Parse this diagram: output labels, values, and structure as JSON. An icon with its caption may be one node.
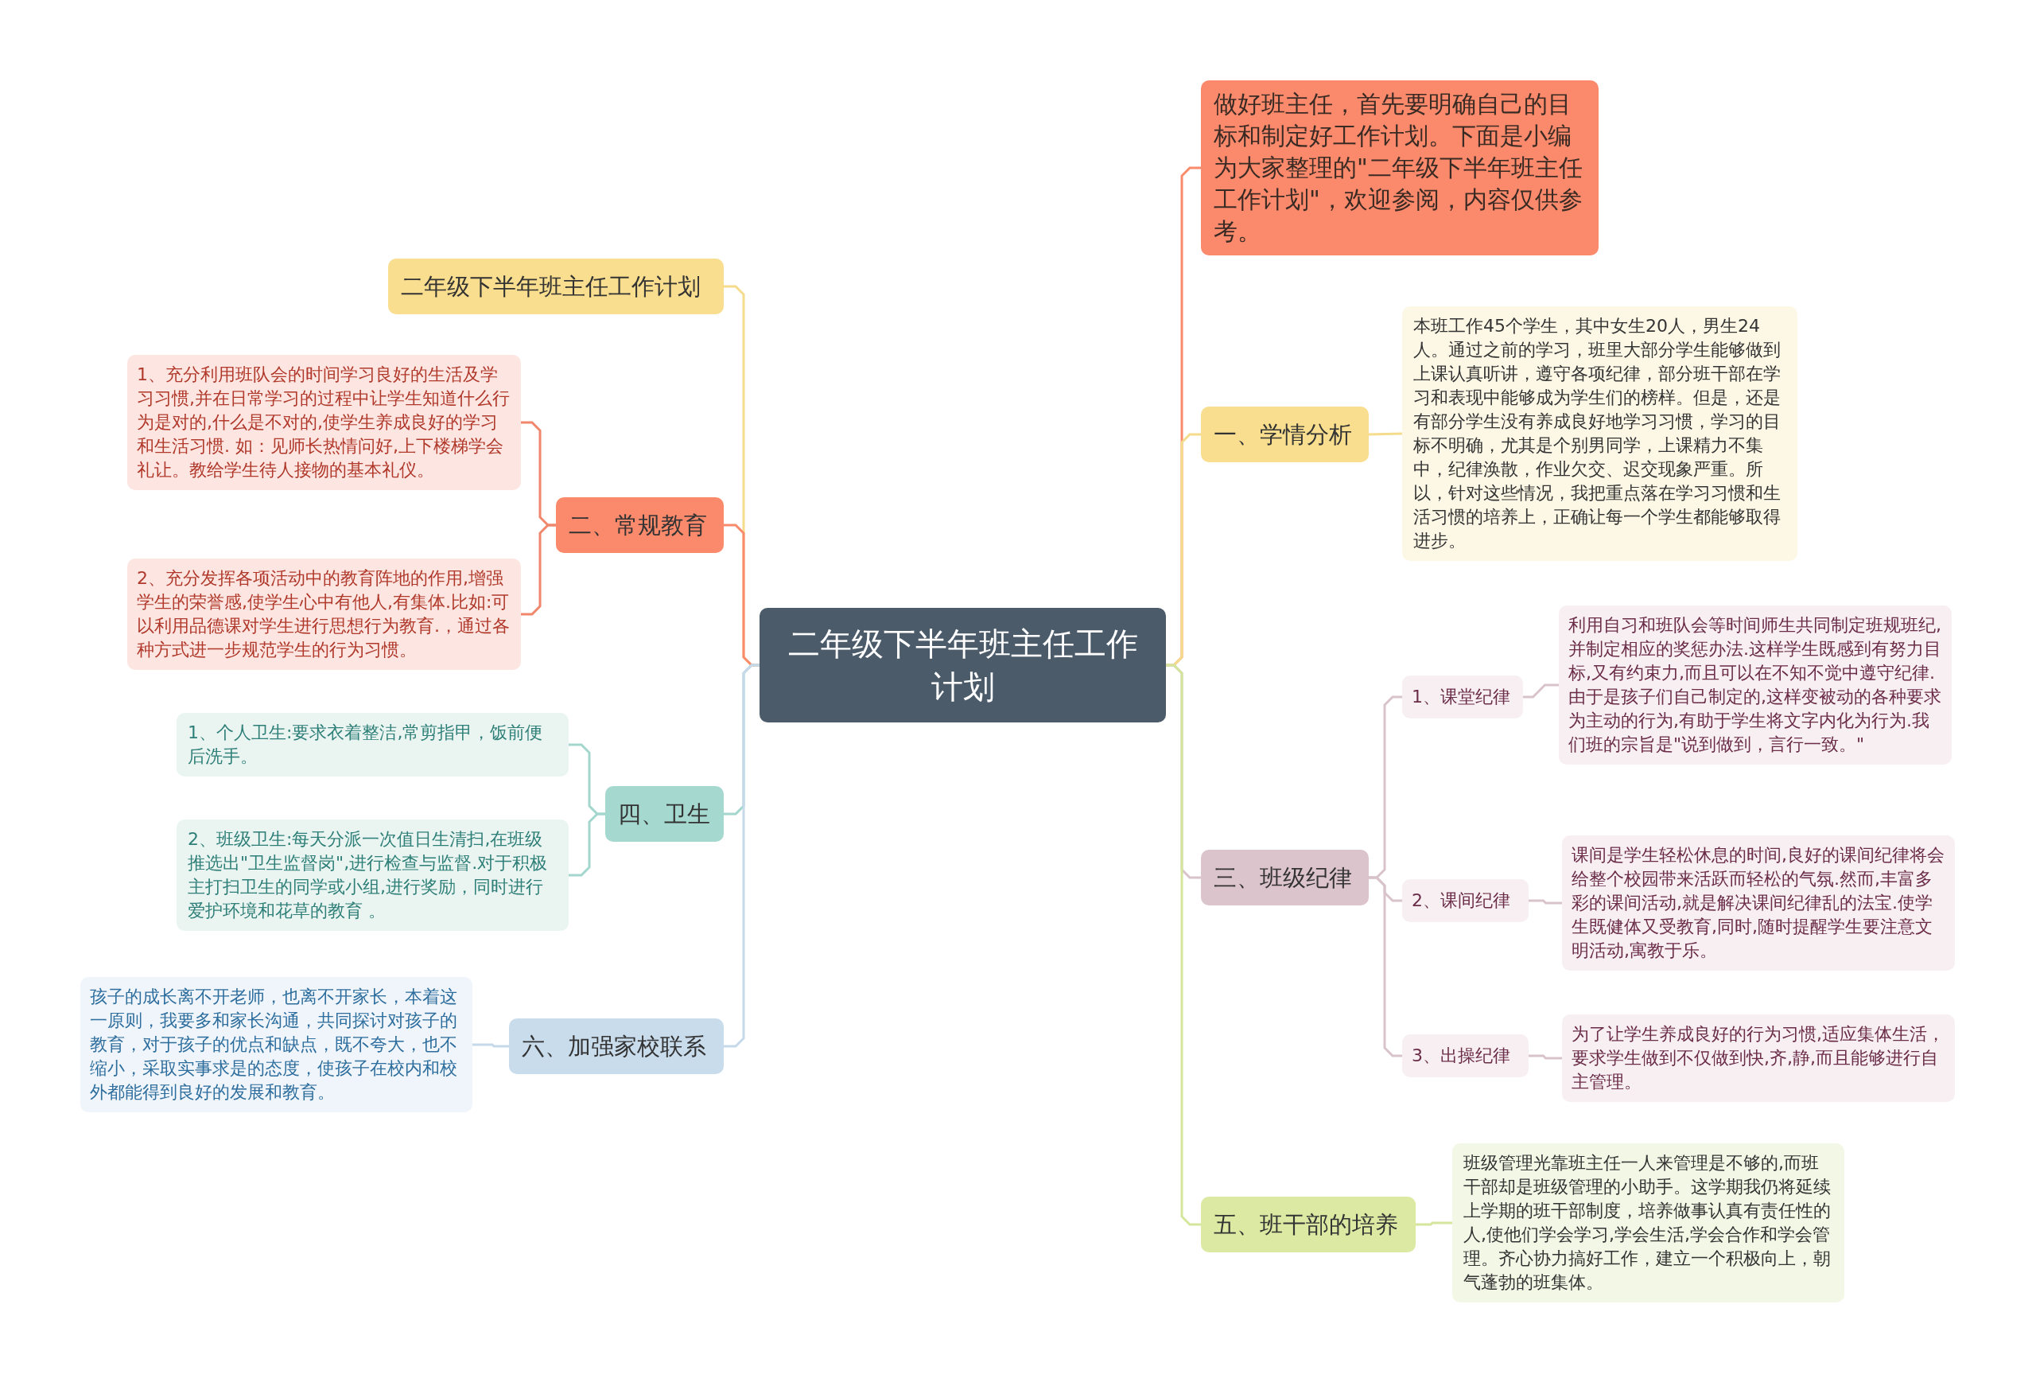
{
  "diagram": {
    "nodes": [
      {
        "text": [
          "二年级下半年班主任工作计划"
        ]
      },
      {
        "text": [
          "做好班主任，首先要明确自己的目标和制定好工作计划。下面是小编为大家整理的\"二年级下半年班主任工作计划\"，欢迎参阅，内容仅供参考。"
        ]
      },
      {
        "text": [
          "一、学情分析"
        ]
      },
      {
        "text": [
          "本班工作45个学生，其中女生20人，男生24人。通过之前的学习，班里大部分学生能够做到上课认真听讲，遵守各项纪律，部分班干部在学习和表现中能够成为学生们的榜样。但是，还是有部分学生没有养成良好地学习习惯，学习的目标不明确，尤其是个别男同学，上课精力不集中，纪律涣散，作业欠交、迟交现象严重。所以，针对这些情况，我把重点落在学习习惯和生活习惯的培养上，正确让每一个学生都能够取得进步。"
        ]
      },
      {
        "text": [
          "三、班级纪律"
        ]
      },
      {
        "text": [
          "1、课堂纪律"
        ]
      },
      {
        "text": [
          "利用自习和班队会等时间师生共同制定班规班纪,并制定相应的奖惩办法.这样学生既感到有努力目标,又有约束力,而且可以在不知不觉中遵守纪律.由于是孩子们自己制定的,这样变被动的各种要求为主动的行为,有助于学生将文字内化为行为.我们班的宗旨是\"说到做到，言行一致。\""
        ]
      },
      {
        "text": [
          "2、课间纪律"
        ]
      },
      {
        "text": [
          "课间是学生轻松休息的时间,良好的课间纪律将会给整个校园带来活跃而轻松的气氛.然而,丰富多彩的课间活动,就是解决课间纪律乱的法宝.使学生既健体又受教育,同时,随时提醒学生要注意文明活动,寓教于乐。"
        ]
      },
      {
        "text": [
          "3、出操纪律"
        ]
      },
      {
        "text": [
          "为了让学生养成良好的行为习惯,适应集体生活，要求学生做到不仅做到快,齐,静,而且能够进行自主管理。"
        ]
      },
      {
        "text": [
          "五、班干部的培养"
        ]
      },
      {
        "text": [
          "班级管理光靠班主任一人来管理是不够的,而班干部却是班级管理的小助手。这学期我仍将延续上学期的班干部制度，培养做事认真有责任性的人,使他们学会学习,学会生活,学会合作和学会管理。齐心协力搞好工作，建立一个积极向上，朝气蓬勃的班集体。"
        ]
      },
      {
        "text": [
          "二年级下半年班主任工作计划"
        ]
      },
      {
        "text": [
          "二、常规教育"
        ]
      },
      {
        "text": [
          "1、充分利用班队会的时间学习良好的生活及学习习惯,并在日常学习的过程中让学生知道什么行为是对的,什么是不对的,使学生养成良好的学习和生活习惯. 如：见师长热情问好,上下楼梯学会礼让。教给学生待人接物的基本礼仪。"
        ]
      },
      {
        "text": [
          "2、充分发挥各项活动中的教育阵地的作用,增强学生的荣誉感,使学生心中有他人,有集体.比如:可以利用品德课对学生进行思想行为教育.，通过各种方式进一步规范学生的行为习惯。"
        ]
      },
      {
        "text": [
          "四、卫生"
        ]
      },
      {
        "text": [
          "1、个人卫生:要求衣着整洁,常剪指甲，饭前便后洗手。"
        ]
      },
      {
        "text": [
          "2、班级卫生:每天分派一次值日生清扫,在班级推选出\"卫生监督岗\",进行检查与监督.对于积极主打扫卫生的同学或小组,进行奖励，同时进行爱护环境和花草的教育 。"
        ]
      },
      {
        "text": [
          "六、加强家校联系"
        ]
      },
      {
        "text": [
          "孩子的成长离不开老师，也离不开家长，本着这一原则，我要多和家长沟通，共同探讨对孩子的教育，对于孩子的优点和缺点，既不夸大，也不缩小，采取实事求是的态度，使孩子在校内和校外都能得到良好的发展和教育。"
        ]
      }
    ],
    "edges": [
      {
        "from": 0,
        "to": 1,
        "arrow": "none",
        "color": "#f98b6d"
      },
      {
        "from": 0,
        "to": 2,
        "arrow": "none",
        "color": "#f5dc8c"
      },
      {
        "from": 2,
        "to": 3,
        "arrow": "none",
        "color": "#f5dc8c"
      },
      {
        "from": 0,
        "to": 4,
        "arrow": "none",
        "color": "#d9c3ca"
      },
      {
        "from": 4,
        "to": 5,
        "arrow": "none",
        "color": "#d9c3ca"
      },
      {
        "from": 5,
        "to": 6,
        "arrow": "none",
        "color": "#d9c3ca"
      },
      {
        "from": 4,
        "to": 7,
        "arrow": "none",
        "color": "#d9c3ca"
      },
      {
        "from": 7,
        "to": 8,
        "arrow": "none",
        "color": "#d9c3ca"
      },
      {
        "from": 4,
        "to": 9,
        "arrow": "none",
        "color": "#d9c3ca"
      },
      {
        "from": 9,
        "to": 10,
        "arrow": "none",
        "color": "#d9c3ca"
      },
      {
        "from": 0,
        "to": 11,
        "arrow": "none",
        "color": "#d4e59c"
      },
      {
        "from": 11,
        "to": 12,
        "arrow": "none",
        "color": "#d4e59c"
      },
      {
        "from": 0,
        "to": 13,
        "arrow": "none",
        "color": "#f5dc8c"
      },
      {
        "from": 0,
        "to": 14,
        "arrow": "none",
        "color": "#f98b6d"
      },
      {
        "from": 14,
        "to": 15,
        "arrow": "none",
        "color": "#f0866b"
      },
      {
        "from": 14,
        "to": 16,
        "arrow": "none",
        "color": "#f0866b"
      },
      {
        "from": 0,
        "to": 17,
        "arrow": "none",
        "color": "#a3d6cd"
      },
      {
        "from": 17,
        "to": 18,
        "arrow": "none",
        "color": "#a3d6cd"
      },
      {
        "from": 17,
        "to": 19,
        "arrow": "none",
        "color": "#a3d6cd"
      },
      {
        "from": 0,
        "to": 20,
        "arrow": "none",
        "color": "#c6d9ea"
      },
      {
        "from": 20,
        "to": 21,
        "arrow": "none",
        "color": "#c6d9ea"
      }
    ]
  }
}
